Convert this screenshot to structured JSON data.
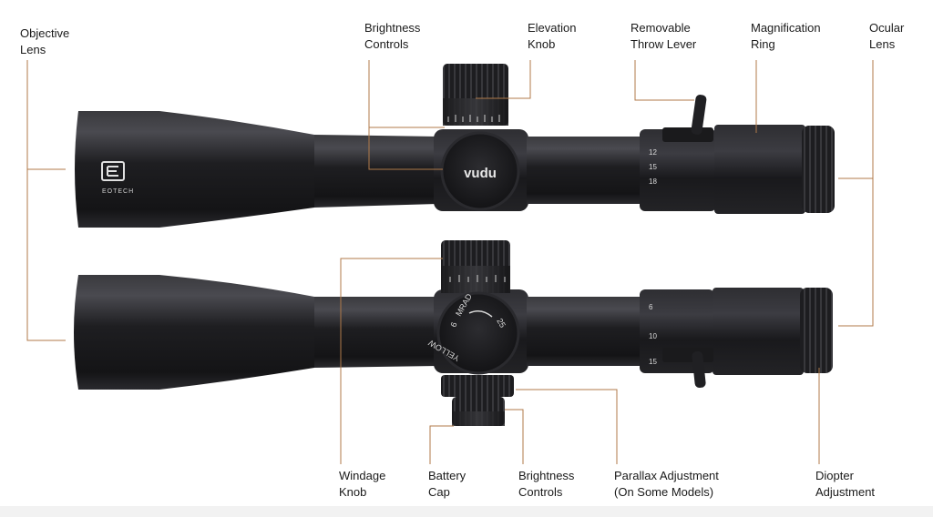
{
  "labels": {
    "objective_lens": [
      "Objective",
      "Lens"
    ],
    "brightness_top": [
      "Brightness",
      "Controls"
    ],
    "elevation_knob": [
      "Elevation",
      "Knob"
    ],
    "throw_lever": [
      "Removable",
      "Throw Lever"
    ],
    "magnification_ring": [
      "Magnification",
      "Ring"
    ],
    "ocular_lens": [
      "Ocular",
      "Lens"
    ],
    "windage_knob": [
      "Windage",
      "Knob"
    ],
    "battery_cap": [
      "Battery",
      "Cap"
    ],
    "brightness_bottom": [
      "Brightness",
      "Controls"
    ],
    "parallax": [
      "Parallax Adjustment",
      "(On Some Models)"
    ],
    "diopter": [
      "Diopter",
      "Adjustment"
    ]
  },
  "scope_markings": {
    "brand": "EOTECH",
    "turret_text": "vudu",
    "bottom_turret_marks": [
      "6",
      "MRAD",
      "25",
      "YELLOW"
    ],
    "mag_numbers_top": [
      "12",
      "15",
      "18"
    ],
    "mag_numbers_bottom": [
      "6",
      "10",
      "15"
    ]
  },
  "colors": {
    "leader_line": "#b07a4a",
    "scope_body": "#1c1c1e",
    "label_text": "#1a1a1a"
  }
}
